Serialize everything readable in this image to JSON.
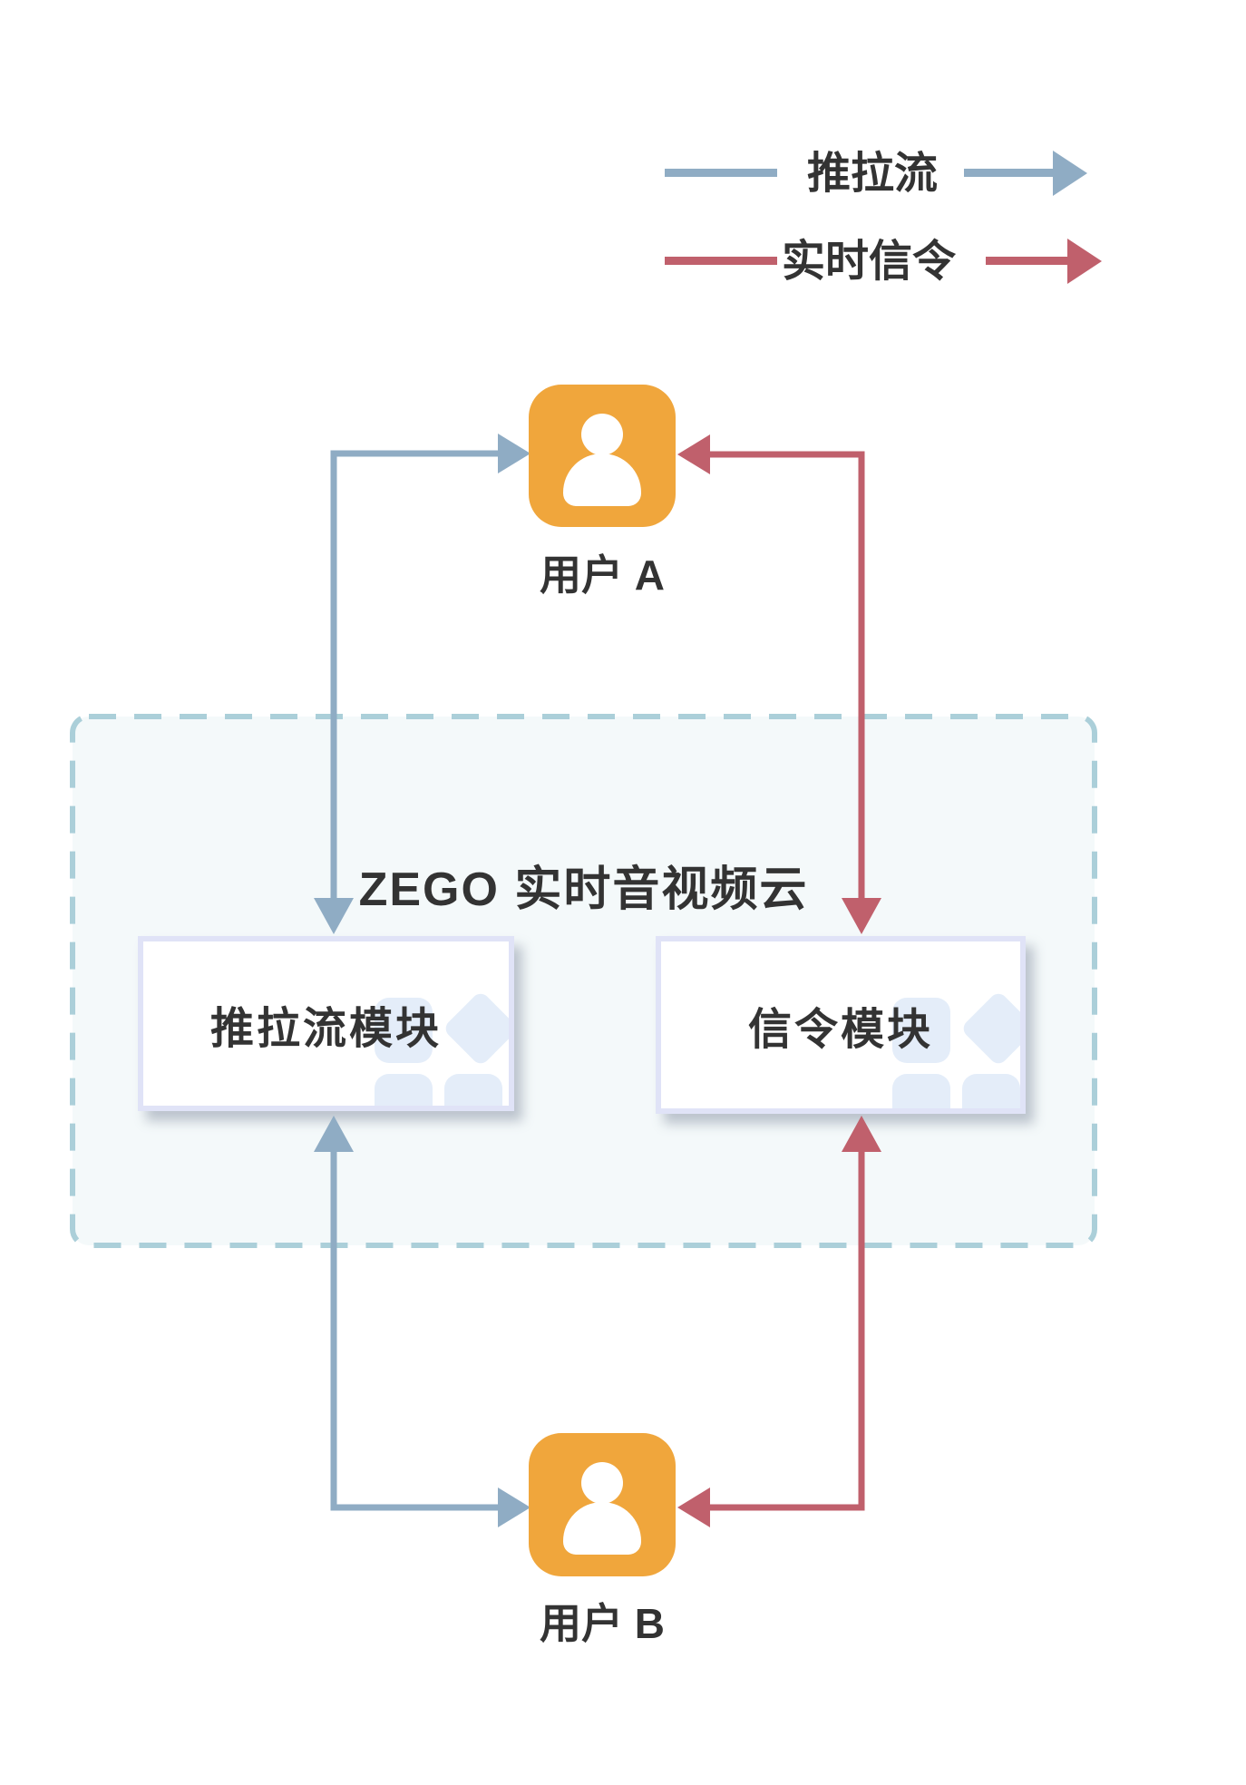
{
  "colors": {
    "stream": "#8FACC4",
    "signal": "#C0606C",
    "user": "#F0A63C",
    "text": "#333333",
    "cloud_bg": "#F4F9FA",
    "cloud_border": "#ABCFD9",
    "module_border": "#E0E3F7",
    "module_shape": "#E4EDF9"
  },
  "legend": {
    "stream_label": "推拉流",
    "signal_label": "实时信令"
  },
  "cloud": {
    "title": "ZEGO 实时音视频云",
    "modules": [
      {
        "label": "推拉流模块"
      },
      {
        "label": "信令模块"
      }
    ]
  },
  "users": [
    {
      "label": "用户 A"
    },
    {
      "label": "用户 B"
    }
  ]
}
